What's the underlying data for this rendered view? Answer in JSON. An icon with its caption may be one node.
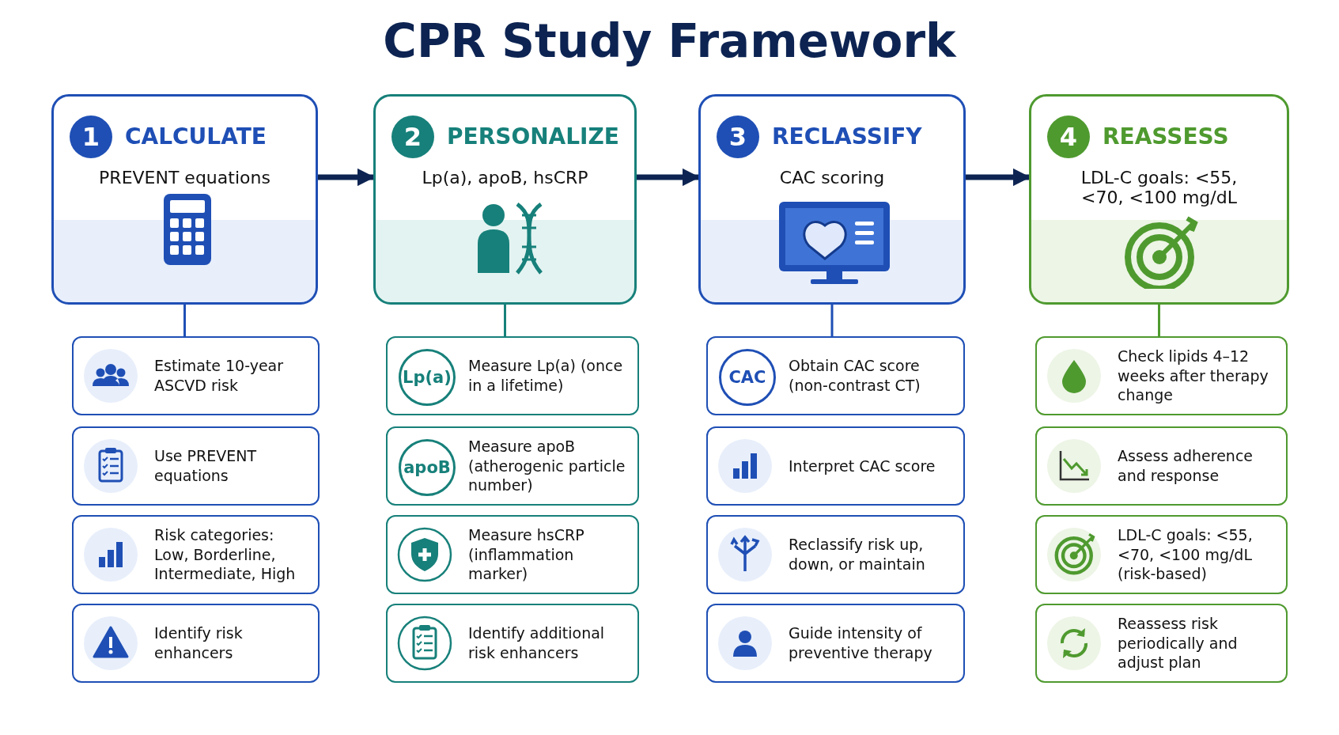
{
  "diagram": {
    "title": "CPR Study Framework",
    "nodes": [
      {
        "text": [
          "1",
          "CALCULATE",
          "PREVENT equations"
        ]
      },
      {
        "text": [
          "2",
          "PERSONALIZE",
          "Lp(a), apoB, hsCRP"
        ]
      },
      {
        "text": [
          "3",
          "RECLASSIFY",
          "CAC scoring"
        ]
      },
      {
        "text": [
          "4",
          "REASSESS",
          "LDL-C goals: <55, <70, <100 mg/dL"
        ]
      },
      {
        "text": [
          "Estimate 10-year ASCVD risk"
        ]
      },
      {
        "text": [
          "Use PREVENT equations"
        ]
      },
      {
        "text": [
          "Risk categories: Low, Borderline, Intermediate, High"
        ]
      },
      {
        "text": [
          "Identify risk enhancers"
        ]
      },
      {
        "text": [
          "Measure Lp(a) (once in a lifetime)"
        ]
      },
      {
        "text": [
          "Lp(a)"
        ],
        "in": 8
      },
      {
        "text": [
          "Measure apoB (atherogenic particle number)"
        ]
      },
      {
        "text": [
          "apoB"
        ],
        "in": 10
      },
      {
        "text": [
          "Measure hsCRP (inflammation marker)"
        ]
      },
      {
        "text": [
          "Identify additional risk enhancers"
        ]
      },
      {
        "text": [
          "Obtain CAC score (non-contrast CT)"
        ]
      },
      {
        "text": [
          "CAC"
        ],
        "in": 14
      },
      {
        "text": [
          "Interpret CAC score"
        ]
      },
      {
        "text": [
          "Reclassify risk up, down, or maintain"
        ]
      },
      {
        "text": [
          "Guide intensity of preventive therapy"
        ]
      },
      {
        "text": [
          "Check lipids 4–12 weeks after therapy change"
        ]
      },
      {
        "text": [
          "Assess adherence and response"
        ]
      },
      {
        "text": [
          "LDL-C goals: <55, <70, <100 mg/dL (risk-based)"
        ]
      },
      {
        "text": [
          "Reassess risk periodically and adjust plan"
        ]
      }
    ],
    "edges": [
      {
        "from": 0,
        "to": 1,
        "arrow": "to",
        "style": "thick"
      },
      {
        "from": 1,
        "to": 2,
        "arrow": "to",
        "style": "thick"
      },
      {
        "from": 2,
        "to": 3,
        "arrow": "to",
        "style": "thick"
      },
      {
        "from": 0,
        "to": 4,
        "arrow": "none",
        "color": "#1f4fb5"
      },
      {
        "from": 1,
        "to": 8,
        "arrow": "none",
        "color": "#17807a"
      },
      {
        "from": 2,
        "to": 14,
        "arrow": "none",
        "color": "#1f4fb5"
      },
      {
        "from": 3,
        "to": 19,
        "arrow": "none",
        "color": "#4f9a2f"
      }
    ]
  }
}
